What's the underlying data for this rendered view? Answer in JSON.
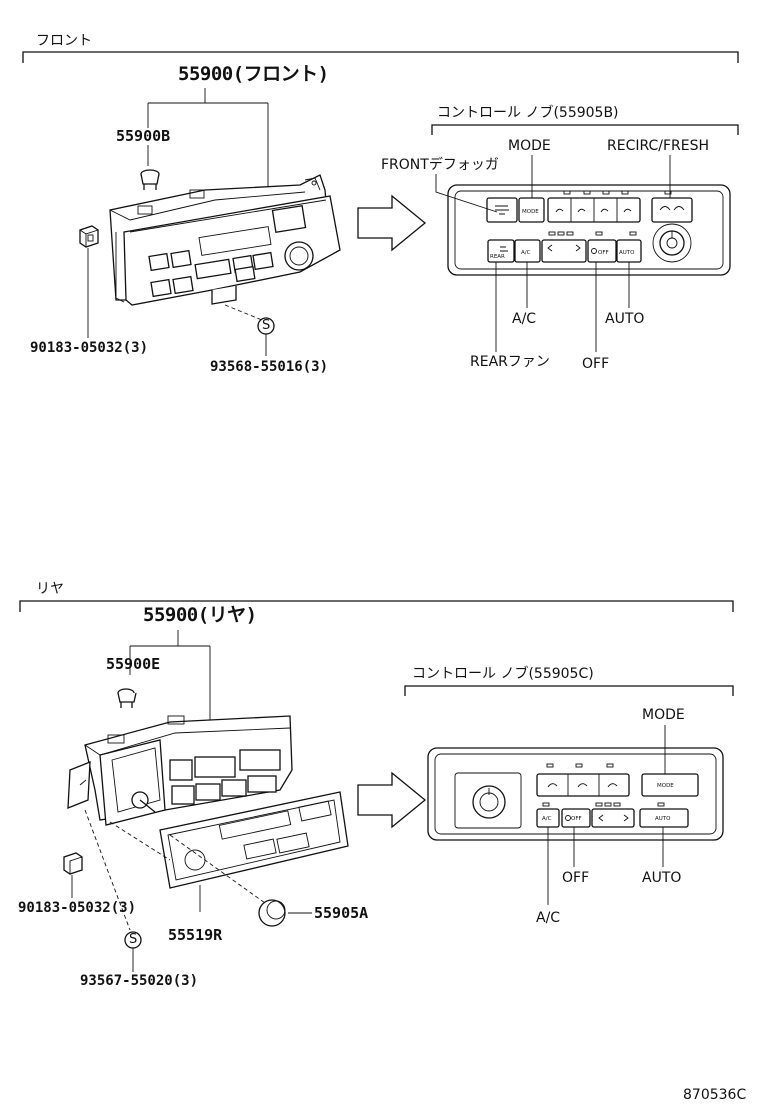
{
  "front_section": {
    "heading": "フロント",
    "unit_part": "55900(フロント)",
    "bolt_part": "55900B",
    "clip_part": "90183-05032(3)",
    "screw_part": "93568-55016(3)",
    "screw_symbol": "S",
    "knob_heading": "コントロール ノブ(55905B)",
    "callouts": {
      "front_defog": "FRONTデフォッガ",
      "mode": "MODE",
      "recirc_fresh": "RECIRC/FRESH",
      "ac": "A/C",
      "auto": "AUTO",
      "rear_fan": "REARファン",
      "off": "OFF"
    },
    "panel_button_text": {
      "mode": "MODE",
      "ac": "A/C",
      "off": "OFF",
      "auto": "AUTO",
      "rear": "REAR"
    }
  },
  "rear_section": {
    "heading": "リヤ",
    "unit_part": "55900(リヤ)",
    "bolt_part": "55900E",
    "clip_part": "90183-05032(3)",
    "screw_part": "93567-55020(3)",
    "screw_symbol": "S",
    "bezel_part": "55519R",
    "knob_part": "55905A",
    "knob_heading": "コントロール ノブ(55905C)",
    "callouts": {
      "mode": "MODE",
      "off": "OFF",
      "auto": "AUTO",
      "ac": "A/C"
    },
    "panel_button_text": {
      "mode": "MODE",
      "ac": "A/C",
      "off": "OFF",
      "auto": "AUTO"
    }
  },
  "footer": {
    "drawing_number": "870536C"
  }
}
